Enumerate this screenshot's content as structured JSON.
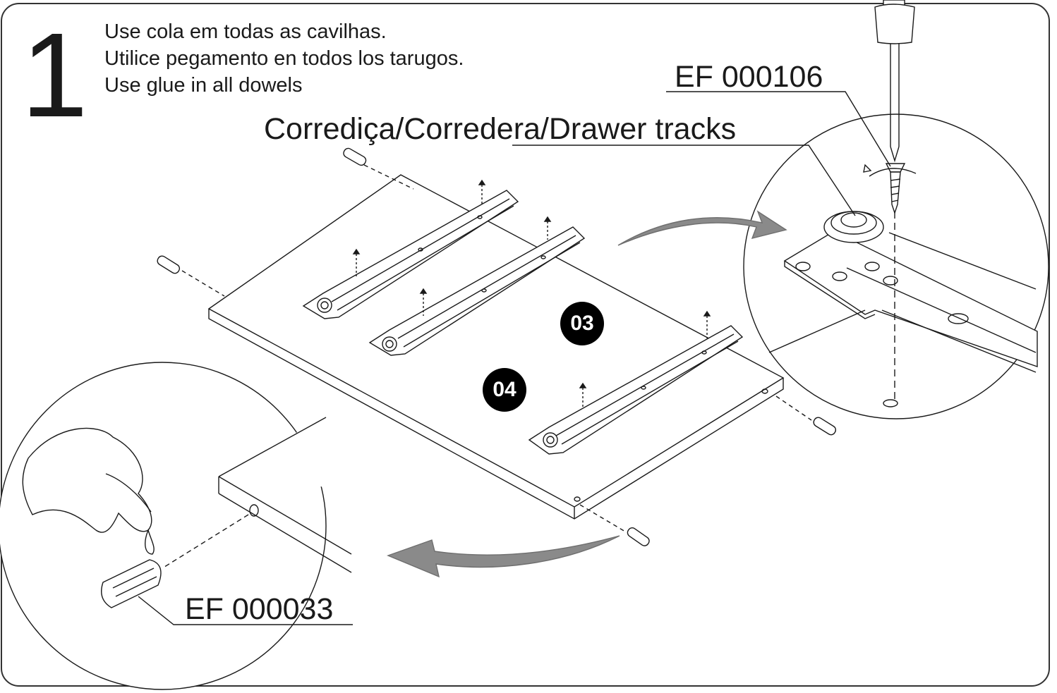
{
  "step": {
    "number": "1"
  },
  "instructions": [
    "Use cola em todas as cavilhas.",
    "Utilice pegamento en todos los tarugos.",
    "Use glue in all dowels"
  ],
  "callouts": {
    "screw_code": "EF 000106",
    "track_label": "Corrediça/Corredera/Drawer tracks",
    "dowel_code": "EF 000033"
  },
  "part_markers": [
    "03",
    "04"
  ],
  "colors": {
    "line": "#1a1a1a",
    "arrow": "#8a8a8a",
    "badge": "#000000"
  }
}
